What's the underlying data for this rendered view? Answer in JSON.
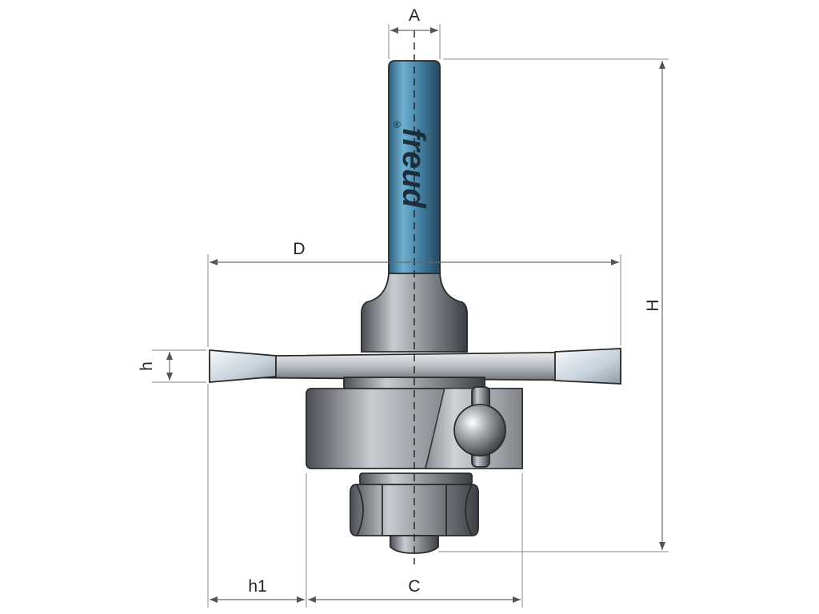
{
  "diagram": {
    "dimensions": {
      "A": "A",
      "D": "D",
      "H": "H",
      "h": "h",
      "h1": "h1",
      "C": "C"
    },
    "brand_text": "freud",
    "registered_mark": "®",
    "colors": {
      "shank": "#5b9bbf",
      "steel": "#8a8e93",
      "blade": "#c8ccd0",
      "carbide": "#dfe7ee",
      "lines": "#2a2a2a"
    }
  }
}
